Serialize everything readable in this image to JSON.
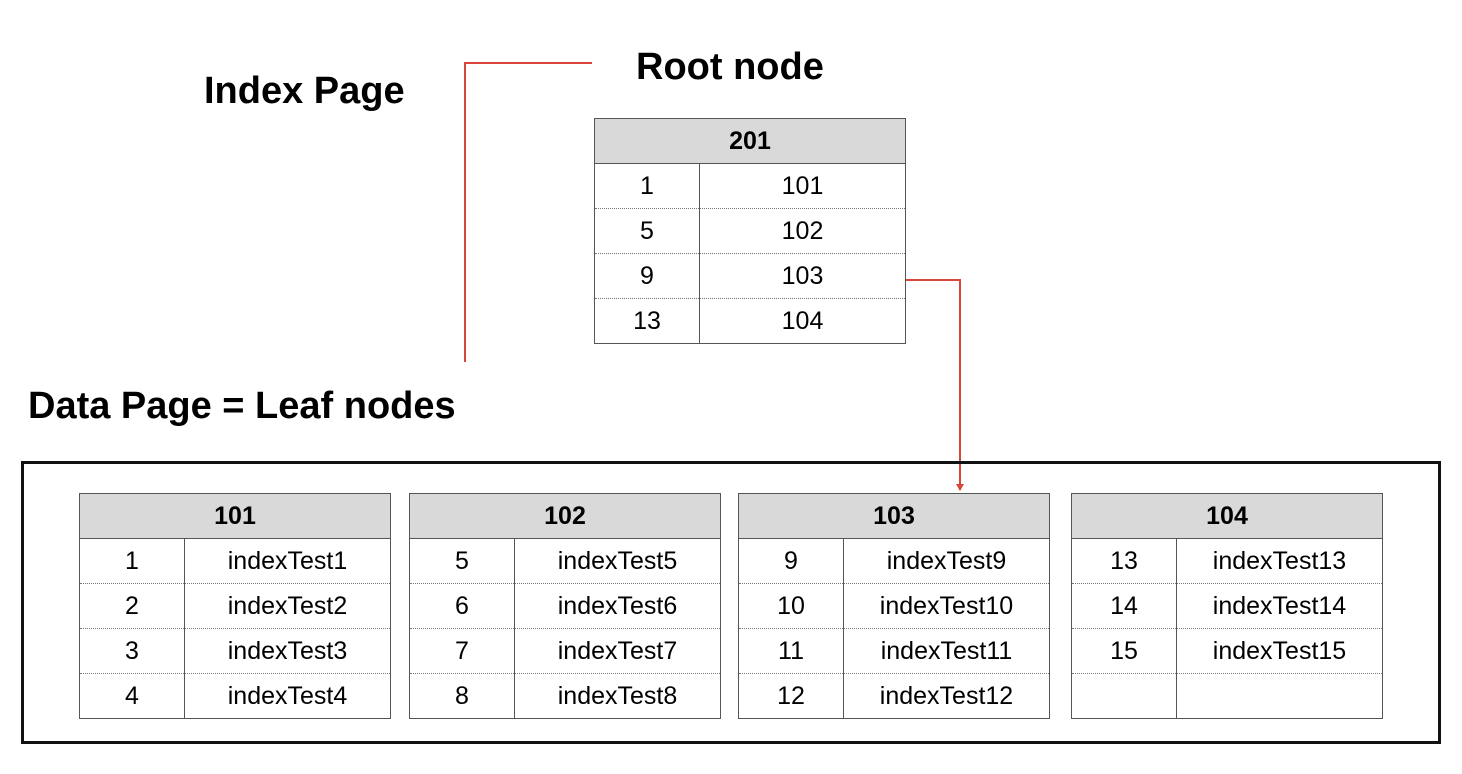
{
  "labels": {
    "index_page": "Index Page",
    "root_node": "Root node",
    "data_page": "Data Page = Leaf nodes"
  },
  "colors": {
    "connector": "#d9473a",
    "header_fill": "#d9d9d9",
    "border": "#555555"
  },
  "root": {
    "header": "201",
    "rows": [
      {
        "key": "1",
        "value": "101"
      },
      {
        "key": "5",
        "value": "102"
      },
      {
        "key": "9",
        "value": "103"
      },
      {
        "key": "13",
        "value": "104"
      }
    ]
  },
  "leaves": [
    {
      "header": "101",
      "rows": [
        {
          "key": "1",
          "value": "indexTest1"
        },
        {
          "key": "2",
          "value": "indexTest2"
        },
        {
          "key": "3",
          "value": "indexTest3"
        },
        {
          "key": "4",
          "value": "indexTest4"
        }
      ]
    },
    {
      "header": "102",
      "rows": [
        {
          "key": "5",
          "value": "indexTest5"
        },
        {
          "key": "6",
          "value": "indexTest6"
        },
        {
          "key": "7",
          "value": "indexTest7"
        },
        {
          "key": "8",
          "value": "indexTest8"
        }
      ]
    },
    {
      "header": "103",
      "rows": [
        {
          "key": "9",
          "value": "indexTest9"
        },
        {
          "key": "10",
          "value": "indexTest10"
        },
        {
          "key": "11",
          "value": "indexTest11"
        },
        {
          "key": "12",
          "value": "indexTest12"
        }
      ]
    },
    {
      "header": "104",
      "rows": [
        {
          "key": "13",
          "value": "indexTest13"
        },
        {
          "key": "14",
          "value": "indexTest14"
        },
        {
          "key": "15",
          "value": "indexTest15"
        },
        {
          "key": "",
          "value": ""
        }
      ]
    }
  ]
}
